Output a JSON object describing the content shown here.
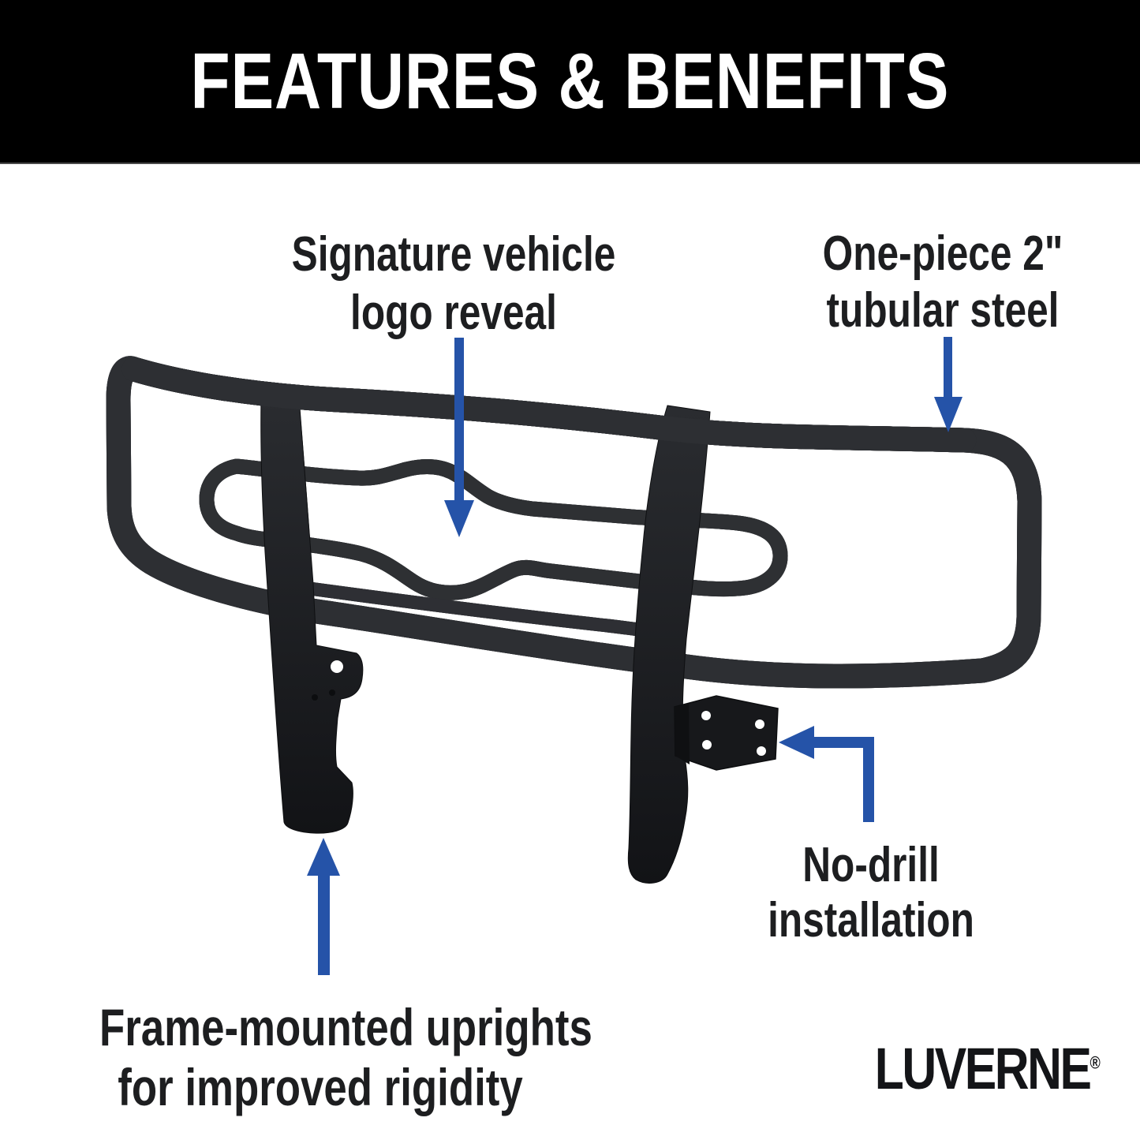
{
  "header": {
    "title": "FEATURES & BENEFITS"
  },
  "callouts": {
    "signature": {
      "line1": "Signature vehicle",
      "line2": "logo reveal",
      "arrow_icon": "down-arrow-icon"
    },
    "onepiece": {
      "line1": "One-piece 2\"",
      "line2": "tubular steel",
      "arrow_icon": "down-arrow-icon"
    },
    "nodrill": {
      "line1": "No-drill",
      "line2": "installation",
      "arrow_icon": "left-elbow-arrow-icon"
    },
    "frame": {
      "line1": "Frame-mounted uprights",
      "line2": "for improved rigidity",
      "arrow_icon": "up-arrow-icon"
    }
  },
  "brand": {
    "name": "LUVERNE",
    "registered_mark": "®"
  },
  "product": {
    "description": "Black one-piece tubular steel grille guard with frame-mounted uprights and no-drill mounting brackets"
  },
  "colors": {
    "header_bg": "#000000",
    "header_text": "#ffffff",
    "arrow_blue": "#2553a8",
    "callout_text": "#1d1e20",
    "tube_base": "#2e3034",
    "tube_mid": "#3e4146",
    "tube_highlight": "#565a60",
    "upright_dark": "#1b1c1f",
    "bracket_dark": "#17181b"
  }
}
